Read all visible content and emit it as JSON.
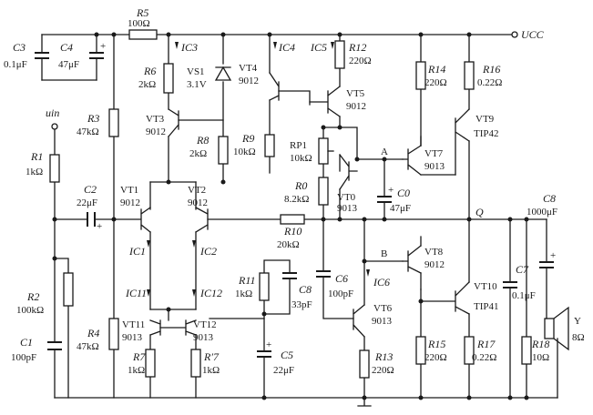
{
  "components": {
    "r1": {
      "ref": "R1",
      "value": "1kΩ"
    },
    "r2": {
      "ref": "R2",
      "value": "100kΩ"
    },
    "r3": {
      "ref": "R3",
      "value": "47kΩ"
    },
    "r4": {
      "ref": "R4",
      "value": "47kΩ"
    },
    "r5": {
      "ref": "R5",
      "value": "100Ω"
    },
    "r6": {
      "ref": "R6",
      "value": "2kΩ"
    },
    "r7": {
      "ref": "R7",
      "value": "1kΩ"
    },
    "r7p": {
      "ref": "R′7",
      "value": "1kΩ"
    },
    "r8": {
      "ref": "R8",
      "value": "2kΩ"
    },
    "r9": {
      "ref": "R9",
      "value": "10kΩ"
    },
    "r10": {
      "ref": "R10",
      "value": "20kΩ"
    },
    "r11": {
      "ref": "R11",
      "value": "1kΩ"
    },
    "r12": {
      "ref": "R12",
      "value": "220Ω"
    },
    "r13": {
      "ref": "R13",
      "value": "220Ω"
    },
    "r14": {
      "ref": "R14",
      "value": "220Ω"
    },
    "r15": {
      "ref": "R15",
      "value": "220Ω"
    },
    "r16": {
      "ref": "R16",
      "value": "0.22Ω"
    },
    "r17": {
      "ref": "R17",
      "value": "0.22Ω"
    },
    "r18": {
      "ref": "R18",
      "value": "10Ω"
    },
    "r0": {
      "ref": "R0",
      "value": "8.2kΩ"
    },
    "rp1": {
      "ref": "RP1",
      "value": "10kΩ"
    },
    "c0": {
      "ref": "C0",
      "value": "47μF"
    },
    "c1": {
      "ref": "C1",
      "value": "100pF"
    },
    "c2": {
      "ref": "C2",
      "value": "22μF"
    },
    "c3": {
      "ref": "C3",
      "value": "0.1μF"
    },
    "c4": {
      "ref": "C4",
      "value": "47μF"
    },
    "c5": {
      "ref": "C5",
      "value": "22μF"
    },
    "c6": {
      "ref": "C6",
      "value": "100pF"
    },
    "c7": {
      "ref": "C7",
      "value": "0.1μF"
    },
    "c8a": {
      "ref": "C8",
      "value": "33pF"
    },
    "c8b": {
      "ref": "C8",
      "value": "1000μF"
    },
    "vs1": {
      "ref": "VS1",
      "value": "3.1V"
    },
    "vt0": {
      "ref": "VT0",
      "value": "9013"
    },
    "vt1": {
      "ref": "VT1",
      "value": "9012"
    },
    "vt2": {
      "ref": "VT2",
      "value": "9012"
    },
    "vt3": {
      "ref": "VT3",
      "value": "9012"
    },
    "vt4": {
      "ref": "VT4",
      "value": "9012"
    },
    "vt5": {
      "ref": "VT5",
      "value": "9012"
    },
    "vt6": {
      "ref": "VT6",
      "value": "9013"
    },
    "vt7": {
      "ref": "VT7",
      "value": "9013"
    },
    "vt8": {
      "ref": "VT8",
      "value": "9012"
    },
    "vt9": {
      "ref": "VT9",
      "value": "TIP42"
    },
    "vt10": {
      "ref": "VT10",
      "value": "TIP41"
    },
    "vt11": {
      "ref": "VT11",
      "value": "9013"
    },
    "vt12": {
      "ref": "VT12",
      "value": "9013"
    },
    "spk": {
      "ref": "Y",
      "value": "8Ω"
    }
  },
  "currents": {
    "ic1": "IC1",
    "ic2": "IC2",
    "ic3": "IC3",
    "ic4": "IC4",
    "ic5": "IC5",
    "ic6": "IC6",
    "ic11": "IC11",
    "ic12": "IC12"
  },
  "nodes": {
    "ucc": "UCC",
    "uin": "uin",
    "a": "A",
    "b": "B",
    "q": "Q"
  },
  "plus": "+"
}
